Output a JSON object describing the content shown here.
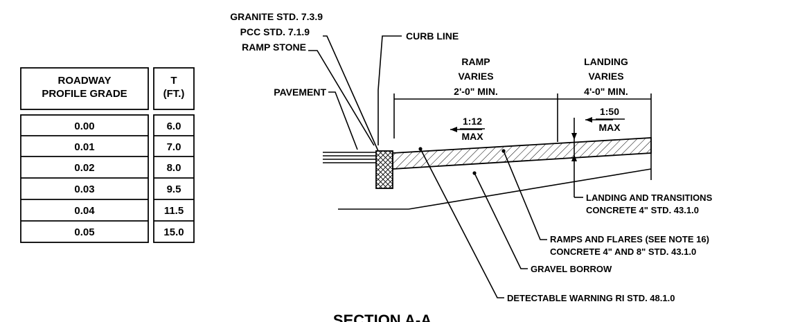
{
  "table": {
    "header_grade": [
      "ROADWAY",
      "PROFILE GRADE"
    ],
    "header_t": [
      "T",
      "(FT.)"
    ],
    "rows": [
      {
        "grade": "0.00",
        "t": "6.0"
      },
      {
        "grade": "0.01",
        "t": "7.0"
      },
      {
        "grade": "0.02",
        "t": "8.0"
      },
      {
        "grade": "0.03",
        "t": "9.5"
      },
      {
        "grade": "0.04",
        "t": "11.5"
      },
      {
        "grade": "0.05",
        "t": "15.0"
      }
    ]
  },
  "labels": {
    "granite": "GRANITE STD. 7.3.9",
    "pcc": "PCC STD. 7.1.9",
    "ramp_stone": "RAMP STONE",
    "pavement": "PAVEMENT",
    "curb_line": "CURB LINE",
    "ramp_dim": [
      "RAMP",
      "VARIES",
      "2'-0\" MIN."
    ],
    "landing_dim": [
      "LANDING",
      "VARIES",
      "4'-0\" MIN."
    ],
    "ramp_slope": [
      "1:12",
      "MAX"
    ],
    "landing_slope": [
      "1:50",
      "MAX"
    ],
    "landing_transitions": [
      "LANDING AND TRANSITIONS",
      "CONCRETE 4\" STD. 43.1.0"
    ],
    "ramps_flares": [
      "RAMPS AND FLARES (SEE NOTE 16)",
      "CONCRETE 4\" AND 8\" STD. 43.1.0"
    ],
    "gravel_borrow": "GRAVEL BORROW",
    "detectable_warning": "DETECTABLE WARNING RI STD. 48.1.0",
    "section_title": "SECTION A-A"
  }
}
